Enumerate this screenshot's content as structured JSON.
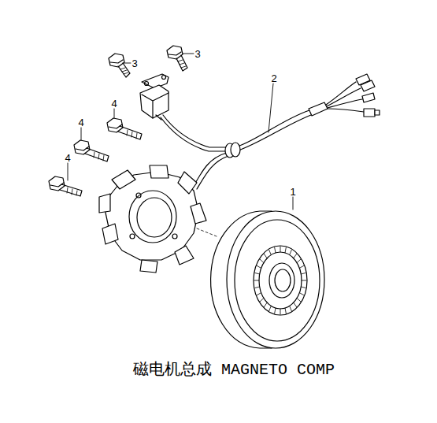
{
  "diagram": {
    "caption": "磁电机总成 MAGNETO COMP",
    "labels": [
      "3",
      "3",
      "2",
      "4",
      "4",
      "4",
      "1"
    ]
  }
}
